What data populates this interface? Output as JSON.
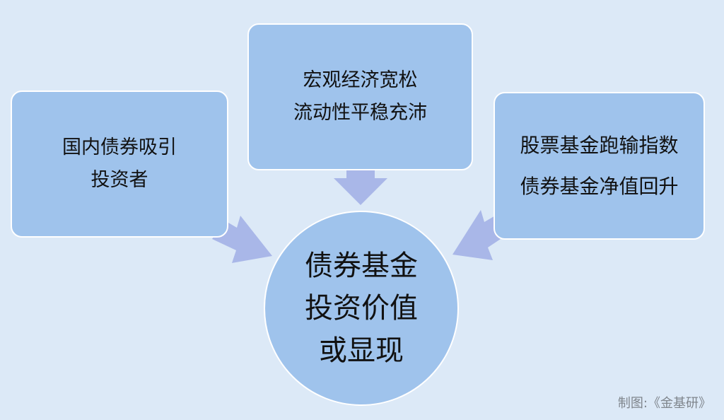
{
  "left_box": {
    "lines": [
      "国内债券吸引",
      "投资者"
    ]
  },
  "top_box": {
    "lines": [
      "宏观经济宽松",
      "流动性平稳充沛"
    ]
  },
  "right_box": {
    "lines": [
      "股票基金跑输指数",
      "债券基金净值回升"
    ]
  },
  "center": {
    "lines": [
      "债券基金",
      "投资价值",
      "或显现"
    ]
  },
  "credit": "制图:《金基研》",
  "colors": {
    "background": "#dce9f7",
    "box": "#9fc3ec",
    "arrow": "#a9b7e8"
  }
}
